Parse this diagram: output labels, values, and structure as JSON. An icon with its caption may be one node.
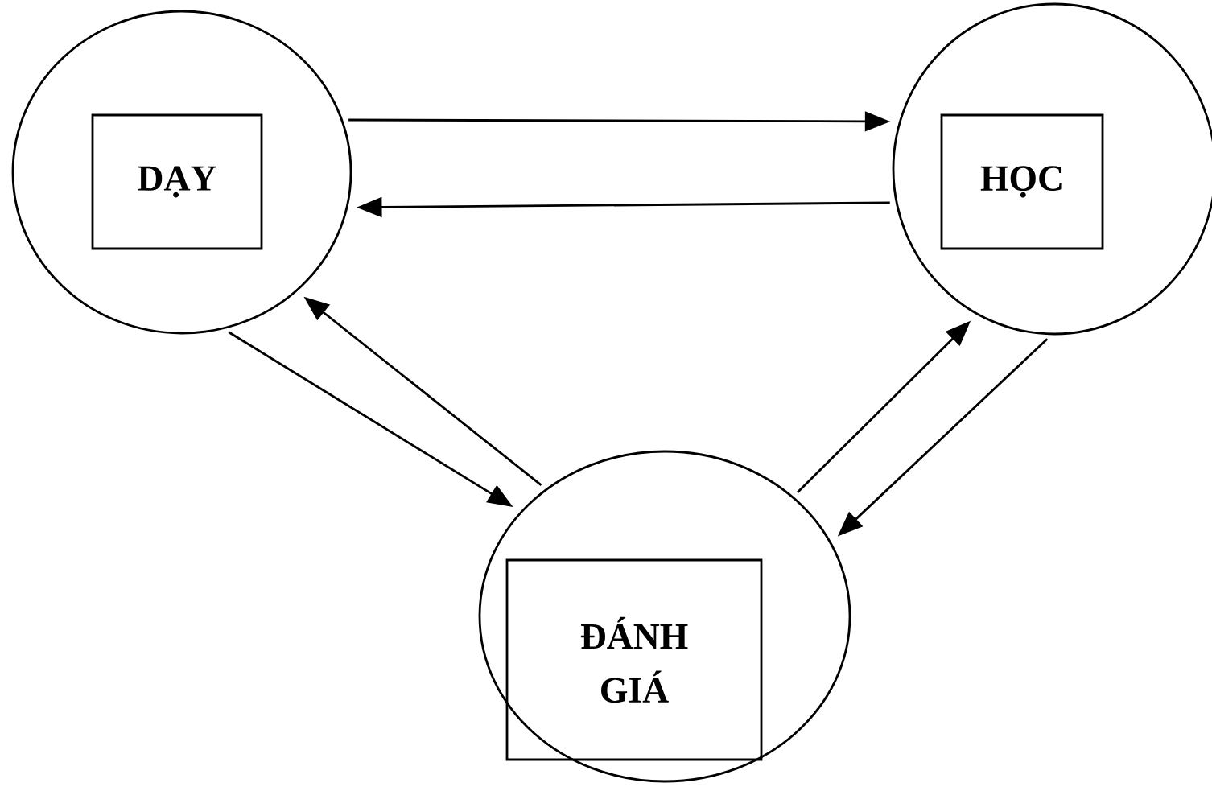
{
  "diagram": {
    "nodes": [
      {
        "text": [],
        "shape": "circle"
      },
      {
        "text": [
          "DẠY"
        ],
        "in": 0
      },
      {
        "text": [],
        "shape": "circle"
      },
      {
        "text": [
          "HỌC"
        ],
        "in": 2
      },
      {
        "text": [],
        "shape": "circle"
      },
      {
        "text": [
          "ĐÁNH GIÁ"
        ],
        "in": 4
      }
    ],
    "edges": [
      {
        "from": 0,
        "to": 2,
        "arrow": "to"
      },
      {
        "from": 2,
        "to": 0,
        "arrow": "to"
      },
      {
        "from": 0,
        "to": 4,
        "arrow": "to"
      },
      {
        "from": 4,
        "to": 0,
        "arrow": "to"
      },
      {
        "from": 4,
        "to": 2,
        "arrow": "to"
      },
      {
        "from": 2,
        "to": 4,
        "arrow": "to"
      }
    ]
  }
}
